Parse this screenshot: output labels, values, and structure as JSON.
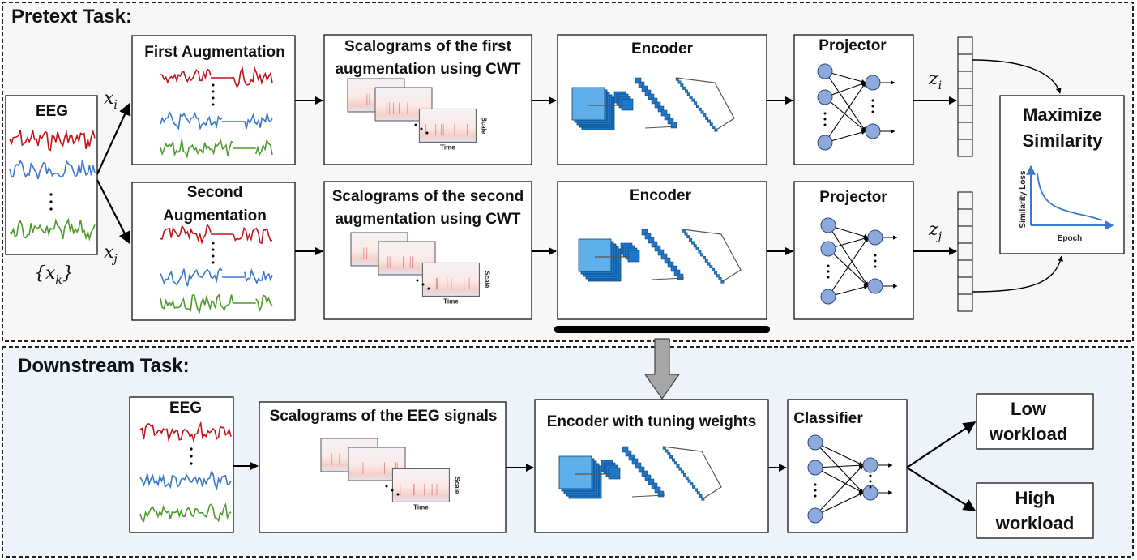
{
  "pretext": {
    "title": "Pretext Task:",
    "eeg_label": "EEG",
    "xi": "x",
    "xi_sub": "i",
    "xj": "x",
    "xj_sub": "j",
    "xk": "{x",
    "xk_sub": "k",
    "xk_close": "}",
    "aug1_title": "First Augmentation",
    "aug2_title_line1": "Second",
    "aug2_title_line2": "Augmentation",
    "scal1_line1": "Scalograms of the first",
    "scal1_line2": "augmentation using CWT",
    "scal2_line1": "Scalograms of the second",
    "scal2_line2": "augmentation using CWT",
    "encoder1": "Encoder",
    "encoder2": "Encoder",
    "projector1": "Projector",
    "projector2": "Projector",
    "zi": "z",
    "zi_sub": "i",
    "zj": "z",
    "zj_sub": "j",
    "maximize_line1": "Maximize",
    "maximize_line2": "Similarity",
    "loss_axis_y": "Similarity Loss",
    "loss_axis_x": "Epoch",
    "scale_label": "Scale",
    "time_label": "Time"
  },
  "downstream": {
    "title": "Downstream Task:",
    "eeg_label": "EEG",
    "scal_title": "Scalograms of the EEG signals",
    "encoder_title": "Encoder with tuning weights",
    "classifier_title": "Classifier",
    "out1_line1": "Low",
    "out1_line2": "workload",
    "out2_line1": "High",
    "out2_line2": "workload",
    "scale_label": "Scale",
    "time_label": "Time"
  },
  "colors": {
    "signal_red": "#c0141c",
    "signal_blue": "#3a78c8",
    "signal_green": "#4f9a2c",
    "node_fill": "#8ea9db",
    "encoder_blue": "#1f77c8",
    "panel_bg_top": "#f7f7f7",
    "panel_bg_bottom": "#eef3fa"
  }
}
